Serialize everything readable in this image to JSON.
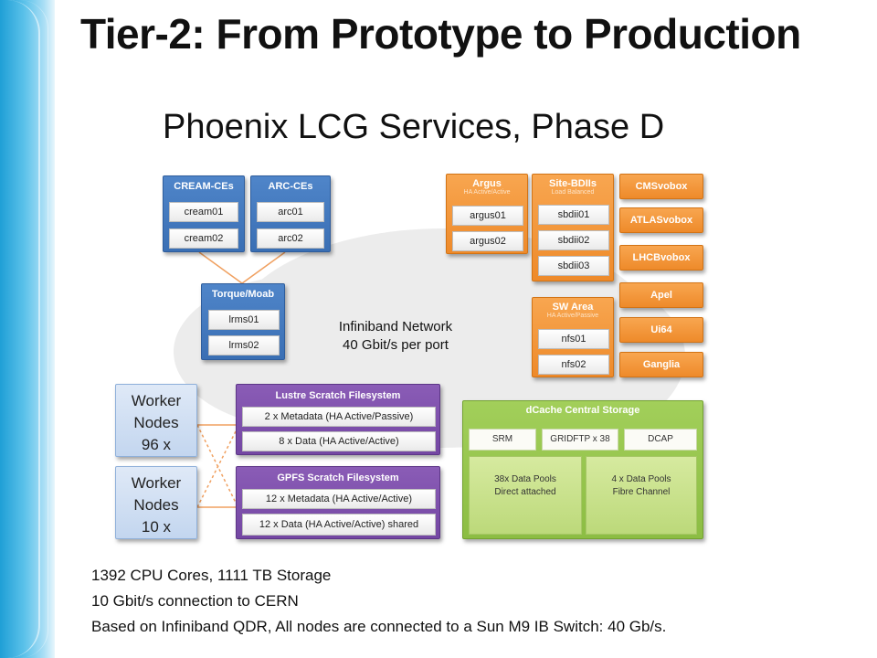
{
  "slide_title": "Tier-2: From Prototype to Production",
  "diagram_title": "Phoenix LCG Services, Phase D",
  "network": {
    "line1": "Infiniband Network",
    "line2": "40 Gbit/s per port"
  },
  "cream_ces": {
    "title": "CREAM-CEs",
    "items": [
      "cream01",
      "cream02"
    ]
  },
  "arc_ces": {
    "title": "ARC-CEs",
    "items": [
      "arc01",
      "arc02"
    ]
  },
  "torque": {
    "title": "Torque/Moab",
    "items": [
      "lrms01",
      "lrms02"
    ]
  },
  "argus": {
    "title": "Argus",
    "subtitle": "HA Active/Active",
    "items": [
      "argus01",
      "argus02"
    ]
  },
  "site_bdii": {
    "title": "Site-BDIIs",
    "subtitle": "Load Balanced",
    "items": [
      "sbdii01",
      "sbdii02",
      "sbdii03"
    ]
  },
  "sw_area": {
    "title": "SW Area",
    "subtitle": "HA Active/Passive",
    "items": [
      "nfs01",
      "nfs02"
    ]
  },
  "vo_boxes": [
    "CMSvobox",
    "ATLASvobox",
    "LHCBvobox",
    "Apel",
    "Ui64",
    "Ganglia"
  ],
  "worker_nodes": [
    {
      "line1": "Worker",
      "line2": "Nodes",
      "line3": "96 x"
    },
    {
      "line1": "Worker",
      "line2": "Nodes",
      "line3": "10 x"
    }
  ],
  "lustre": {
    "title": "Lustre Scratch Filesystem",
    "items": [
      "2 x Metadata (HA Active/Passive)",
      "8 x Data (HA Active/Active)"
    ]
  },
  "gpfs": {
    "title": "GPFS Scratch Filesystem",
    "items": [
      "12 x Metadata (HA Active/Active)",
      "12 x Data (HA Active/Active) shared"
    ]
  },
  "dcache": {
    "title": "dCache Central Storage",
    "doors": [
      "SRM",
      "GRIDFTP x 38",
      "DCAP"
    ],
    "pools": [
      {
        "line1": "38x Data Pools",
        "line2": "Direct attached"
      },
      {
        "line1": "4 x Data Pools",
        "line2": "Fibre Channel"
      }
    ]
  },
  "footer": [
    "1392 CPU Cores, 1111 TB Storage",
    "10 Gbit/s connection to CERN",
    "Based on Infiniband QDR, All nodes are connected to a Sun M9 IB Switch: 40 Gb/s."
  ],
  "colors": {
    "blue": "#3a6fb4",
    "orange": "#ee8a2a",
    "purple": "#7447a3",
    "green": "#8cbd43",
    "accent_bar": "#1f9fd6"
  }
}
